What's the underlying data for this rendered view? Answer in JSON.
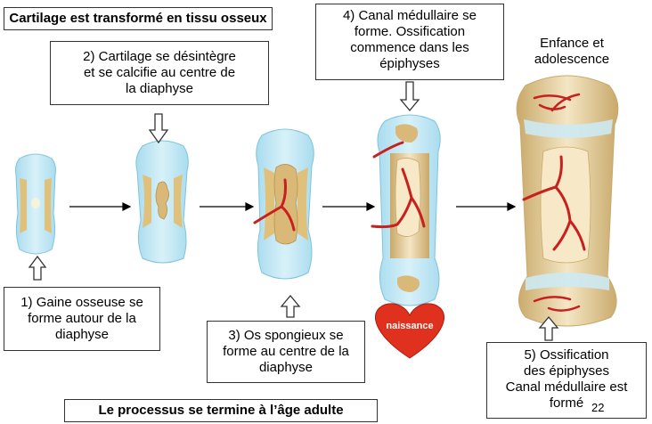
{
  "title_box": "Cartilage est transformé en tissu osseux",
  "steps": {
    "step1": [
      "1) Gaine osseuse se",
      "forme autour de la",
      "diaphyse"
    ],
    "step2": [
      "2) Cartilage se désintègre",
      "et se calcifie au centre de",
      "la diaphyse"
    ],
    "step3": [
      "3) Os spongieux se",
      "forme au centre de la",
      "diaphyse"
    ],
    "step4": [
      "4) Canal médullaire se",
      "forme. Ossification",
      "commence dans les",
      "épiphyses"
    ],
    "step5": [
      "5) Ossification",
      "des épiphyses",
      "Canal médullaire est",
      "formé"
    ]
  },
  "enfance": [
    "Enfance et",
    "adolescence"
  ],
  "naissance": "naissance",
  "footer": "Le processus se termine à l’âge adulte",
  "page_number": "22",
  "colors": {
    "cartilage": "#bfe6f2",
    "bone": "#e8d3a2",
    "spongy": "#d9b878",
    "vessel": "#c8201e",
    "heart": "#e0301e"
  }
}
